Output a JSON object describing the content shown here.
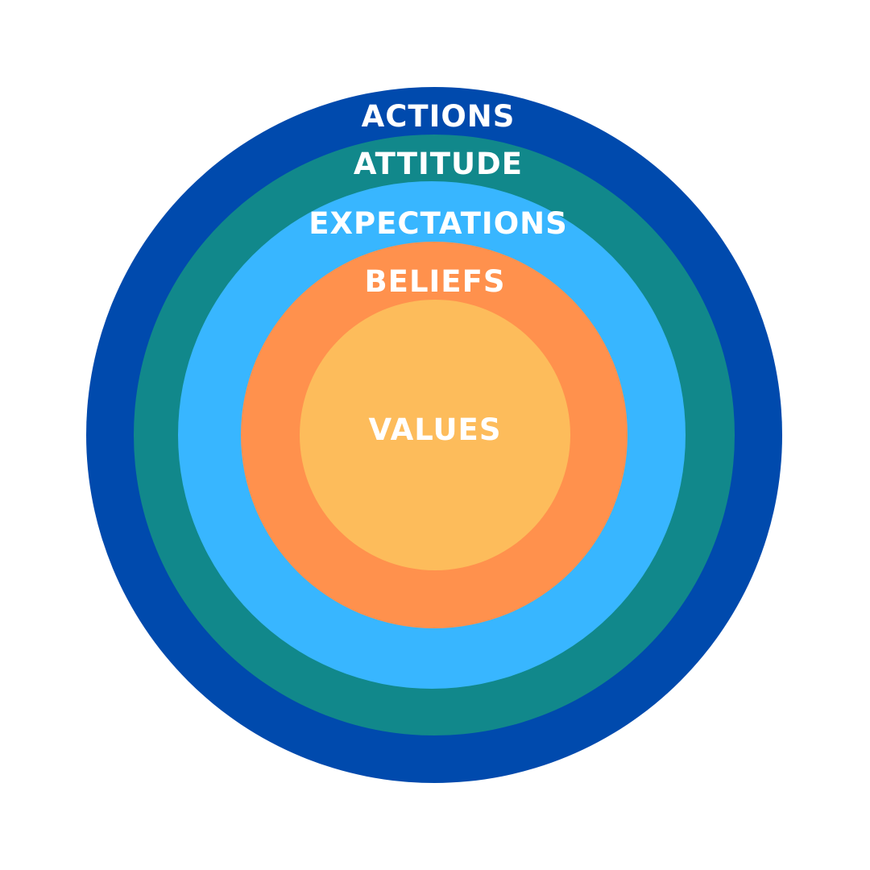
{
  "rings": [
    {
      "id": "actions",
      "label": "ACTIONS",
      "color": "#004AAD"
    },
    {
      "id": "attitude",
      "label": "ATTITUDE",
      "color": "#11888B"
    },
    {
      "id": "expectations",
      "label": "EXPECTATIONS",
      "color": "#38B6FF"
    },
    {
      "id": "beliefs",
      "label": "BELIEFS",
      "color": "#FF914D"
    },
    {
      "id": "values",
      "label": "VALUES",
      "color": "#FDBC5B"
    }
  ]
}
